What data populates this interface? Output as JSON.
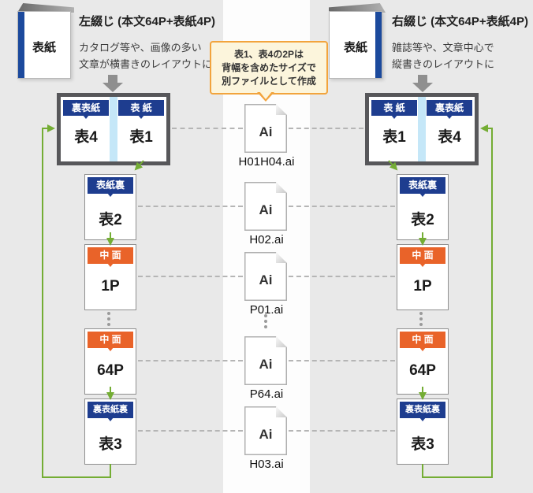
{
  "palette": {
    "background": "#e9e9e9",
    "band": "#fdfdfd",
    "tag_navy": "#1e3d8f",
    "tag_orange": "#e96329",
    "flow_green": "#74ad34",
    "book_spine_blue": "#1c4a9d",
    "spread_spine_blue": "#c5e7f8",
    "callout_border": "#f2a43d",
    "callout_bg": "#fcf5dc"
  },
  "left_panel": {
    "book_cover_label": "表紙",
    "title": "左綴じ (本文64P+表紙4P)",
    "description_line1": "カタログ等や、画像の多い",
    "description_line2": "文章が横書きのレイアウトに",
    "spread": {
      "left_tag": "裏表紙",
      "left_value": "表4",
      "right_tag": "表 紙",
      "right_value": "表1"
    },
    "pages": [
      {
        "tag": "表紙裏",
        "value": "表2"
      },
      {
        "tag": "中 面",
        "value": "1P"
      },
      {
        "tag": "中 面",
        "value": "64P"
      },
      {
        "tag": "裏表紙裏",
        "value": "表3"
      }
    ]
  },
  "right_panel": {
    "book_cover_label": "表紙",
    "title": "右綴じ (本文64P+表紙4P)",
    "description_line1": "雑誌等や、文章中心で",
    "description_line2": "縦書きのレイアウトに",
    "spread": {
      "left_tag": "表 紙",
      "left_value": "表1",
      "right_tag": "裏表紙",
      "right_value": "表4"
    },
    "pages": [
      {
        "tag": "表紙裏",
        "value": "表2"
      },
      {
        "tag": "中 面",
        "value": "1P"
      },
      {
        "tag": "中 面",
        "value": "64P"
      },
      {
        "tag": "裏表紙裏",
        "value": "表3"
      }
    ]
  },
  "center_column": {
    "callout": {
      "line1": "表1、表4の2Pは",
      "line2": "背幅を含めたサイズで",
      "line3": "別ファイルとして作成"
    },
    "files": [
      {
        "icon_text": "Ai",
        "filename": "H01H04.ai"
      },
      {
        "icon_text": "Ai",
        "filename": "H02.ai"
      },
      {
        "icon_text": "Ai",
        "filename": "P01.ai"
      },
      {
        "icon_text": "Ai",
        "filename": "P64.ai"
      },
      {
        "icon_text": "Ai",
        "filename": "H03.ai"
      }
    ]
  }
}
